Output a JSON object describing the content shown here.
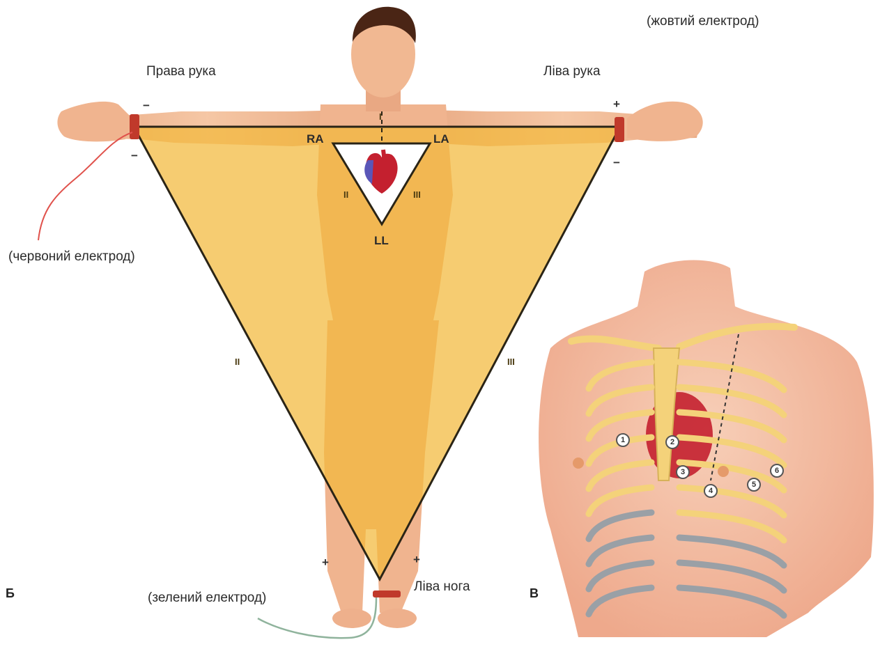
{
  "labels": {
    "right_arm": "Права рука",
    "left_arm": "Ліва рука",
    "left_leg": "Ліва нога",
    "red_electrode": "(червоний електрод)",
    "yellow_electrode": "(жовтий електрод)",
    "green_electrode": "(зелений електрод)"
  },
  "panels": {
    "b": "Б",
    "v": "В"
  },
  "einthoven": {
    "leads": {
      "I": "I",
      "II": "II",
      "III": "III"
    },
    "nodes": {
      "RA": "RA",
      "LA": "LA",
      "LL": "LL"
    },
    "signs": {
      "plus": "+",
      "minus": "−"
    }
  },
  "chest_electrodes": [
    "1",
    "2",
    "3",
    "4",
    "5",
    "6"
  ],
  "colors": {
    "triangle_fill": "#f2b93a",
    "triangle_stroke": "#2a2416",
    "skin": "#f1b892",
    "chest_skin": "#f3bfa6",
    "rib": "#f4d27a",
    "cartilage": "#9aa0a6",
    "heart": "#c4202f",
    "red_wire": "#e0524c",
    "green_wire": "#8fb39c"
  }
}
